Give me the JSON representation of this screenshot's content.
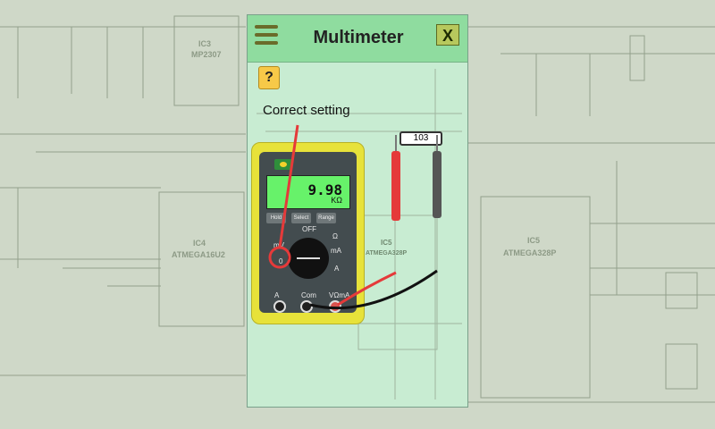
{
  "panel": {
    "title": "Multimeter",
    "close_label": "X",
    "help_label": "?",
    "hint": "Correct setting",
    "menu_icon": "hamburger-menu-icon"
  },
  "meter": {
    "display_value": "9.98",
    "display_unit": "KΩ",
    "buttons": [
      "Hold",
      "Select",
      "Range"
    ],
    "dial_labels": [
      "mV",
      "OFF",
      "Ω",
      "mA",
      "A",
      "0"
    ],
    "jacks": [
      "A",
      "Com",
      "VΩmA"
    ]
  },
  "resistor": {
    "label": "103"
  },
  "colors": {
    "panel_bg": "#c8ecd2",
    "header_bg": "#8fdc9f",
    "meter_yellow": "#e7e23a",
    "lcd_green": "#67f26a",
    "highlight_red": "#e53a3a"
  },
  "background_texts": {
    "ic3": "IC3",
    "ic3_name": "MP2307",
    "ic4": "IC4",
    "ic4_name": "ATMEGA16U2",
    "ic5": "IC5",
    "ic5_name": "ATMEGA328P"
  }
}
